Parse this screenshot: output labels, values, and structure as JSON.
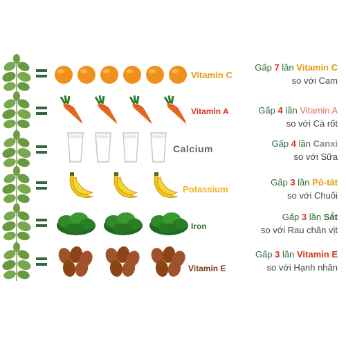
{
  "rows": [
    {
      "nutrient": "Vitamin C",
      "prefix": "Gấp",
      "number": "7",
      "mid": "lần",
      "highlight": "Vitamin C",
      "compare": "so với Cam",
      "color": "#e79a10",
      "item": "orange"
    },
    {
      "nutrient": "Vitamin A",
      "prefix": "Gấp",
      "number": "4",
      "mid": "lần",
      "highlight": "Vitamin A",
      "compare": "so với Cà rốt",
      "color": "#d9331c",
      "item": "carrot"
    },
    {
      "nutrient": "Calcium",
      "prefix": "Gấp",
      "number": "4",
      "mid": "lần",
      "highlight": "Canxi",
      "compare": "so với Sữa",
      "color": "#8a8a8a",
      "item": "milk"
    },
    {
      "nutrient": "Potassium",
      "prefix": "Gấp",
      "number": "3",
      "mid": "lần",
      "highlight": "Pô-tát",
      "compare": "so với Chuối",
      "color": "#f0b21a",
      "item": "banana"
    },
    {
      "nutrient": "Iron",
      "prefix": "Gấp",
      "number": "3",
      "mid": "lần",
      "highlight": "Sắt",
      "compare": "so với Rau chân vịt",
      "color": "#2f6a3d",
      "item": "spinach"
    },
    {
      "nutrient": "Vitamin E",
      "prefix": "Gấp",
      "number": "3",
      "mid": "lần",
      "highlight": "Vitamin E",
      "compare": "so với Hạnh nhân",
      "color": "#7a3a1a",
      "item": "almond"
    }
  ]
}
